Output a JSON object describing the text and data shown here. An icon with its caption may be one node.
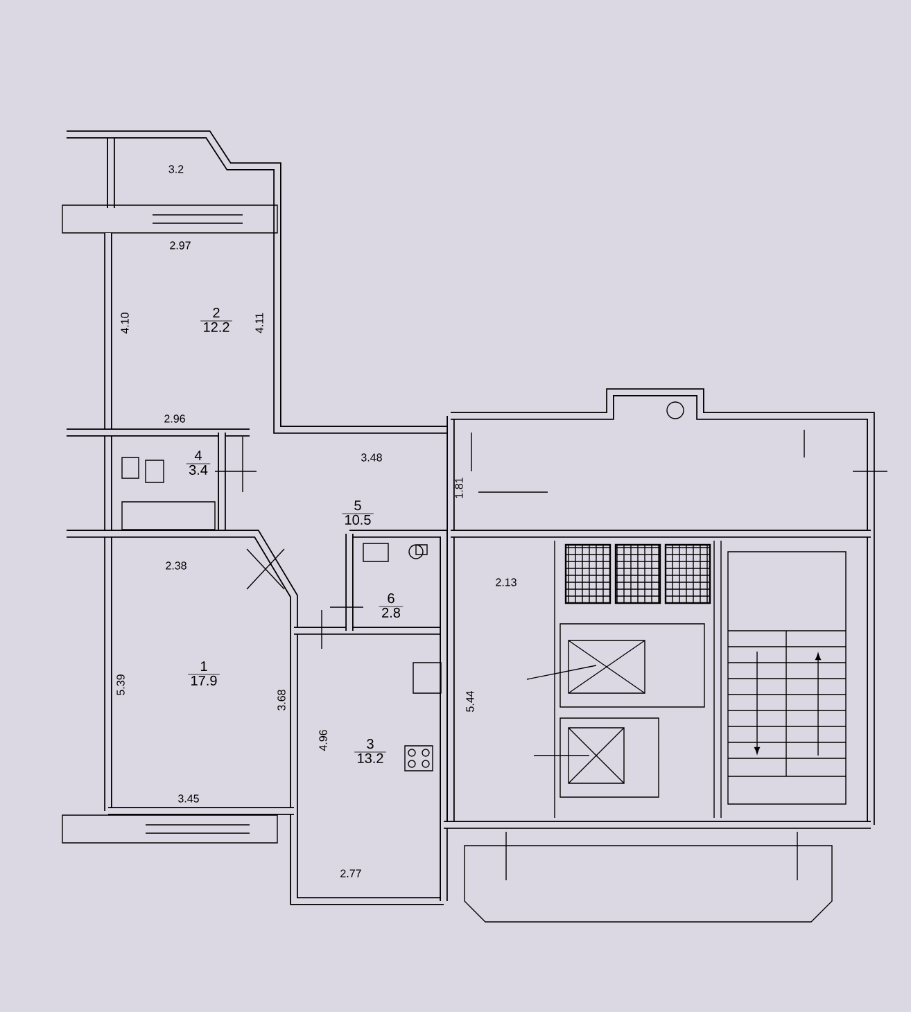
{
  "diagram": {
    "nodes": [
      {
        "text": [
          "2",
          "12.2"
        ]
      },
      {
        "text": [
          "4",
          "3.4"
        ]
      },
      {
        "text": [
          "5",
          "10.5"
        ]
      },
      {
        "text": [
          "6",
          "2.8"
        ]
      },
      {
        "text": [
          "1",
          "17.9"
        ]
      },
      {
        "text": [
          "3",
          "13.2"
        ]
      }
    ],
    "labels": [
      "3.2",
      "2.97",
      "4.10",
      "4.11",
      "2.96",
      "3.48",
      "1.81",
      "2.38",
      "2.13",
      "5.39",
      "3.68",
      "5.44",
      "4.96",
      "3.45",
      "2.77"
    ]
  }
}
